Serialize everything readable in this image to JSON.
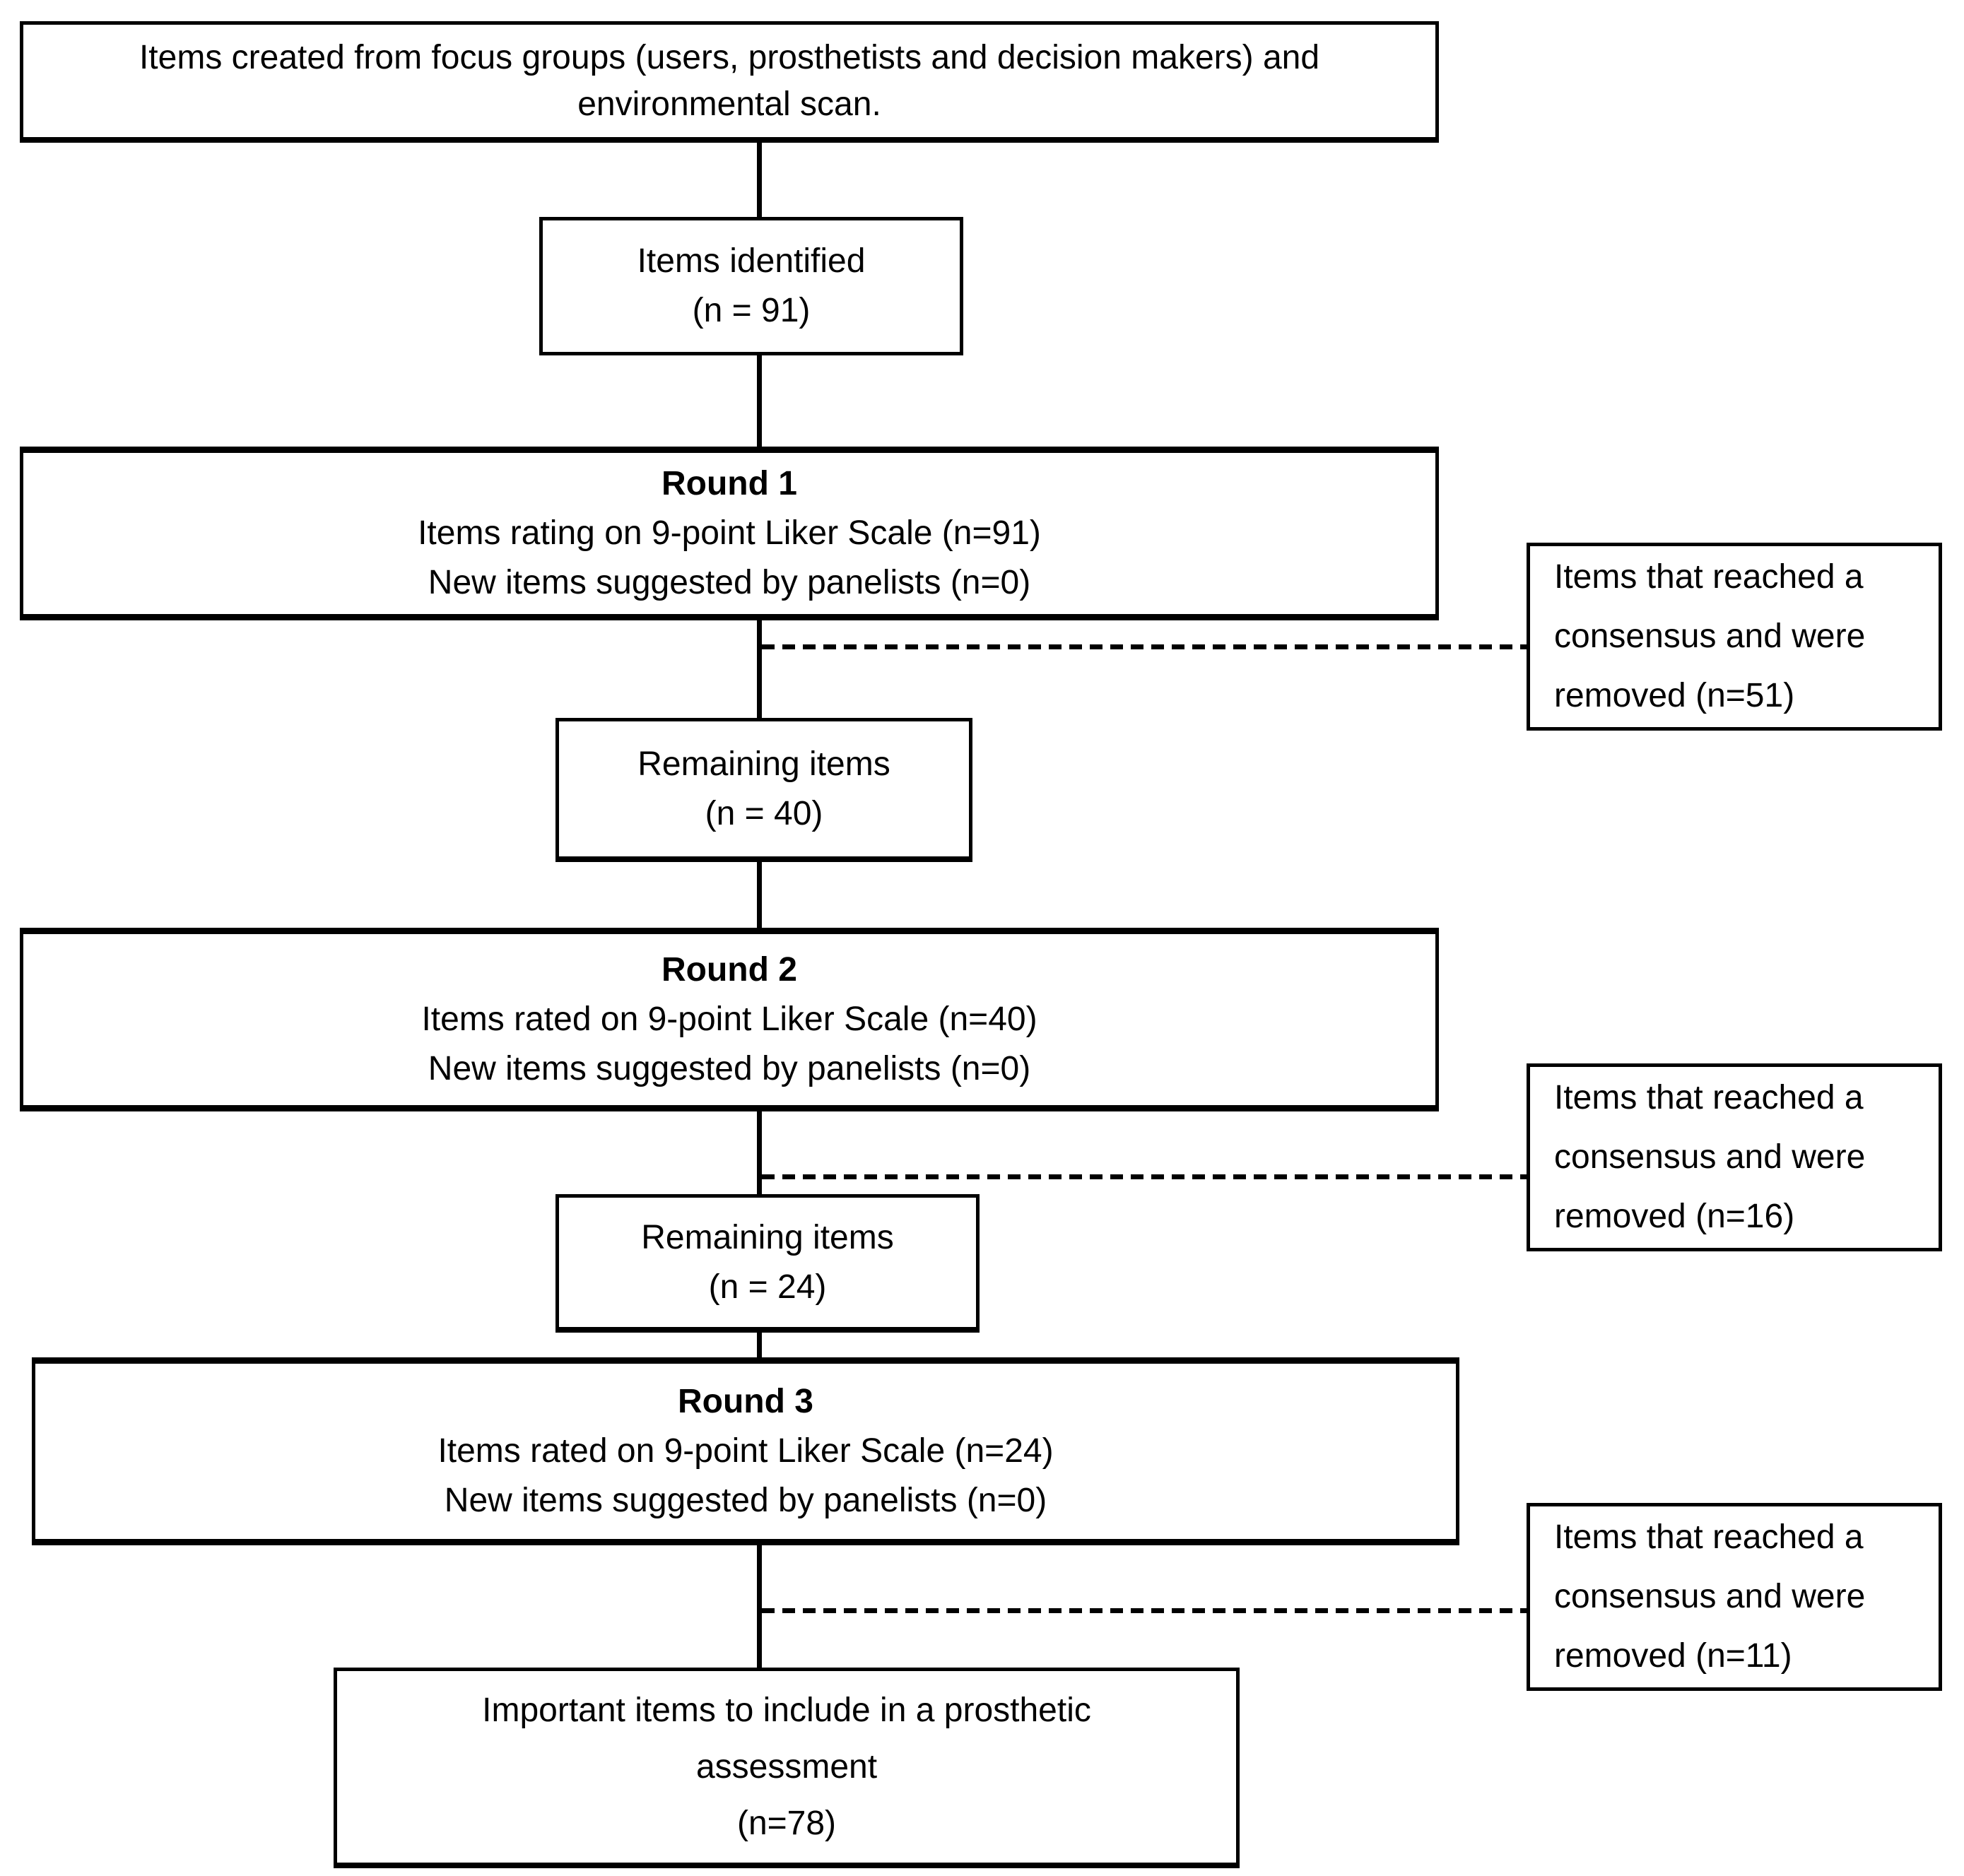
{
  "figure": {
    "kind": "delphi-study-flowchart",
    "colors": {
      "line": "#000000",
      "text": "#000000",
      "background": "#ffffff"
    },
    "boxes": {
      "source": {
        "l1": "Items created from focus groups (users, prosthetists and decision makers) and",
        "l2": "environmental scan."
      },
      "identified": {
        "l1": "Items identified",
        "l2": "(n = 91)"
      },
      "round1": {
        "title": "Round 1",
        "l1": "Items rating on 9-point Liker Scale (n=91)",
        "l2": "New items suggested by panelists (n=0)"
      },
      "removed1": {
        "l1": "Items that reached a",
        "l2": "consensus and were",
        "l3": "removed (n=51)"
      },
      "remaining1": {
        "l1": "Remaining items",
        "l2": "(n = 40)"
      },
      "round2": {
        "title": "Round 2",
        "l1": "Items rated on 9-point Liker Scale (n=40)",
        "l2": "New items suggested by panelists (n=0)"
      },
      "removed2": {
        "l1": "Items that reached a",
        "l2": "consensus and were",
        "l3": "removed (n=16)"
      },
      "remaining2": {
        "l1": "Remaining items",
        "l2": "(n = 24)"
      },
      "round3": {
        "title": "Round 3",
        "l1": "Items rated on 9-point Liker Scale (n=24)",
        "l2": "New items suggested by panelists (n=0)"
      },
      "removed3": {
        "l1": "Items that reached a",
        "l2": "consensus and were",
        "l3": "removed (n=11)"
      },
      "final": {
        "l1": "Important items to include in a prosthetic",
        "l2": "assessment",
        "l3": "(n=78)"
      }
    }
  }
}
